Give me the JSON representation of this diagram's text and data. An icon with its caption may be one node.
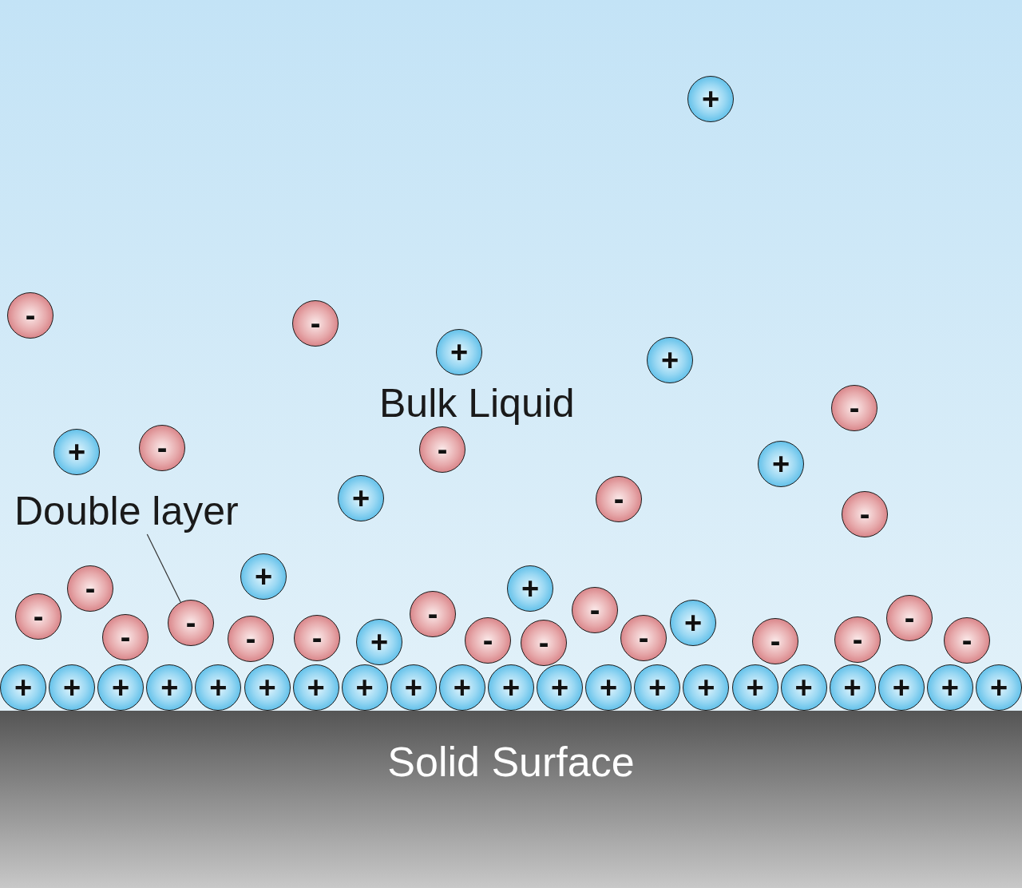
{
  "diagram": {
    "nodes": [
      {
        "text": [
          "+"
        ]
      },
      {
        "text": [
          "-"
        ]
      },
      {
        "text": [
          "-"
        ]
      },
      {
        "text": [
          "+"
        ]
      },
      {
        "text": [
          "+"
        ]
      },
      {
        "text": [
          "-"
        ]
      },
      {
        "text": [
          "-"
        ]
      },
      {
        "text": [
          "-"
        ]
      },
      {
        "text": [
          "+"
        ]
      },
      {
        "text": [
          "+"
        ]
      },
      {
        "text": [
          "+"
        ]
      },
      {
        "text": [
          "-"
        ]
      },
      {
        "text": [
          "Double layer"
        ]
      },
      {
        "text": [
          "-"
        ]
      },
      {
        "text": [
          "+"
        ]
      },
      {
        "text": [
          "-"
        ]
      },
      {
        "text": [
          "+"
        ]
      },
      {
        "text": [
          "-"
        ]
      },
      {
        "text": [
          "-"
        ]
      },
      {
        "text": [
          "-"
        ]
      },
      {
        "text": [
          "-"
        ]
      },
      {
        "text": [
          "-"
        ]
      },
      {
        "text": [
          "+"
        ]
      },
      {
        "text": [
          "-"
        ]
      },
      {
        "text": [
          "-"
        ]
      },
      {
        "text": [
          "-"
        ]
      },
      {
        "text": [
          "-"
        ]
      },
      {
        "text": [
          "-"
        ]
      },
      {
        "text": [
          "-"
        ]
      },
      {
        "text": [
          "-"
        ]
      },
      {
        "text": [
          "-"
        ]
      },
      {
        "text": [
          "+"
        ]
      },
      {
        "text": [
          "-"
        ]
      },
      {
        "text": [
          "+"
        ]
      },
      {
        "text": [
          "+"
        ]
      },
      {
        "text": [
          "+"
        ]
      },
      {
        "text": [
          "+"
        ]
      },
      {
        "text": [
          "+"
        ]
      },
      {
        "text": [
          "+"
        ]
      },
      {
        "text": [
          "+"
        ]
      },
      {
        "text": [
          "+"
        ]
      },
      {
        "text": [
          "+"
        ]
      },
      {
        "text": [
          "+"
        ]
      },
      {
        "text": [
          "+"
        ]
      },
      {
        "text": [
          "+"
        ]
      },
      {
        "text": [
          "+"
        ]
      },
      {
        "text": [
          "+"
        ]
      },
      {
        "text": [
          "+"
        ]
      },
      {
        "text": [
          "+"
        ]
      },
      {
        "text": [
          "+"
        ]
      },
      {
        "text": [
          "+"
        ]
      },
      {
        "text": [
          "+"
        ]
      },
      {
        "text": [
          "+"
        ]
      },
      {
        "text": [
          "+"
        ]
      },
      {
        "text": [
          "Solid Surface"
        ]
      }
    ],
    "edges": [
      {
        "from": 12,
        "to": 21,
        "arrow": "none"
      }
    ],
    "labels": [
      "Bulk Liquid"
    ]
  }
}
